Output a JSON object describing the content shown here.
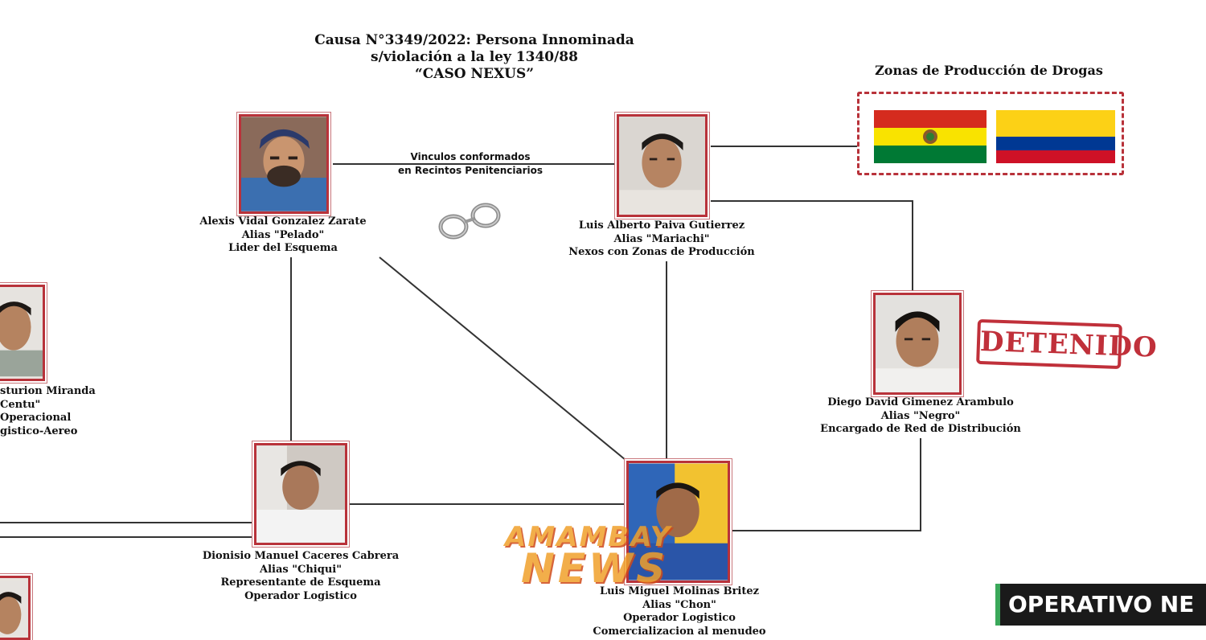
{
  "case": {
    "line1": "Causa N°3349/2022: Persona Innominada",
    "line2": "s/violación a la ley 1340/88",
    "line3": "“CASO NEXUS”"
  },
  "link_label": {
    "line1": "Vinculos conformados",
    "line2": "en Recintos Penitenciarios"
  },
  "zones": {
    "title": "Zonas de Producción de Drogas",
    "flags": [
      "bolivia-flag",
      "colombia-flag"
    ]
  },
  "stamp": "DETENIDO",
  "watermark": {
    "top": "AMAMBAY",
    "bottom": "NEWS"
  },
  "banner": "OPERATIVO NE",
  "people": {
    "gonzalez": {
      "name": "Alexis Vidal Gonzalez Zarate",
      "alias": "Alias \"Pelado\"",
      "role": "Lider del Esquema"
    },
    "paiva": {
      "name": "Luis Alberto Paiva Gutierrez",
      "alias": "Alias \"Mariachi\"",
      "role": "Nexos con Zonas de Producción"
    },
    "gimenez": {
      "name": "Diego David Gimenez Arambulo",
      "alias": "Alias \"Negro\"",
      "role": "Encargado de Red de Distribución"
    },
    "caceres": {
      "name": "Dionisio Manuel Caceres Cabrera",
      "alias": "Alias \"Chiqui\"",
      "role": "Representante de Esquema",
      "role2": "Operador Logistico"
    },
    "molinas": {
      "name": "Luis Miguel Molinas Britez",
      "alias": "Alias \"Chon\"",
      "role": "Operador Logistico",
      "role2": "Comercializacion al menudeo"
    },
    "centurion": {
      "name": "sturion Miranda",
      "alias": "Centu\"",
      "role": "Operacional",
      "role2": "gistico-Aereo"
    }
  },
  "colors": {
    "frame": "#b8323a",
    "line": "#333333",
    "stamp": "#c0303a",
    "watermark": "#f0a02b",
    "banner_bg": "#1a1a1a",
    "banner_accent": "#3aa85a"
  }
}
